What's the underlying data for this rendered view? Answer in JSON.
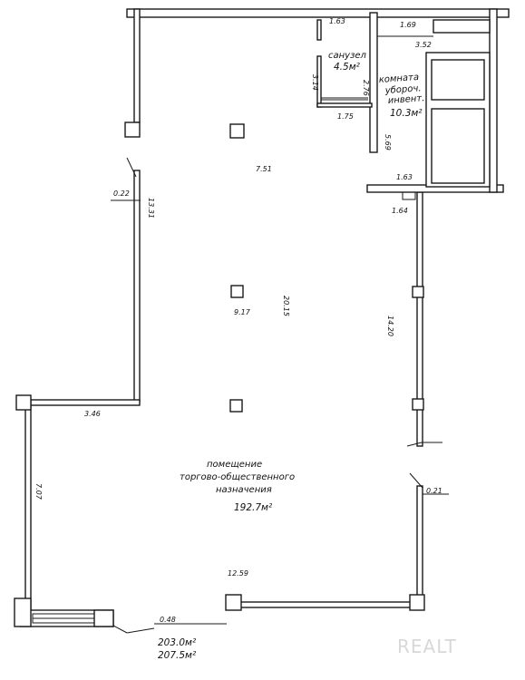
{
  "rooms": {
    "bathroom": {
      "name": "санузел",
      "area": "4.5м²"
    },
    "storage": {
      "name_line1": "комната",
      "name_line2": "убороч.",
      "name_line3": "инвент.",
      "area": "10.3м²"
    },
    "main": {
      "name_line1": "помещение",
      "name_line2": "торгово-общественного",
      "name_line3": "назначения",
      "area": "192.7м²"
    }
  },
  "totals": {
    "area_1": "203.0м²",
    "area_2": "207.5м²"
  },
  "dimensions": {
    "d_1_63_top": "1.63",
    "d_1_69": "1.69",
    "d_3_52": "3.52",
    "d_3_14": "3.14",
    "d_2_76": "2.76",
    "d_1_75": "1.75",
    "d_5_69": "5.69",
    "d_1_63_mid": "1.63",
    "d_7_51": "7.51",
    "d_0_22": "0.22",
    "d_13_31": "13.31",
    "d_1_64": "1.64",
    "d_20_15": "20.15",
    "d_9_17": "9.17",
    "d_14_20": "14.20",
    "d_3_46": "3.46",
    "d_7_07": "7.07",
    "d_0_21": "0.21",
    "d_12_59": "12.59",
    "d_0_48": "0.48"
  },
  "watermark": "REALT"
}
